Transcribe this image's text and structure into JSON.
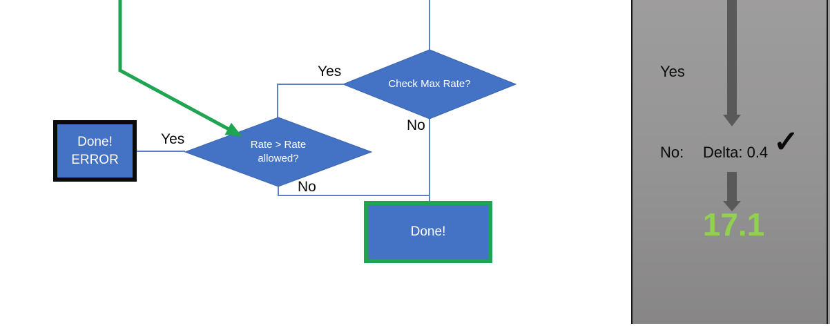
{
  "slide": {
    "flowchart": {
      "decisions": {
        "check_max_rate": {
          "label": "Check Max Rate?"
        },
        "rate_allowed": {
          "label": "Rate > Rate allowed?"
        }
      },
      "terminals": {
        "done_error": {
          "line1": "Done!",
          "line2": "ERROR"
        },
        "done": {
          "label": "Done!"
        }
      },
      "edge_labels": {
        "check_max_yes": "Yes",
        "check_max_no": "No",
        "rate_allowed_yes": "Yes",
        "rate_allowed_no": "No"
      }
    },
    "side_panel": {
      "yes_label": "Yes",
      "no_label": "No:",
      "delta_label": "Delta: 0.4",
      "check_icon": "✓",
      "result_value": "17.1"
    },
    "colors": {
      "shape_blue": "#4472C4",
      "connector_blue": "#5b82c4",
      "accent_green": "#1FA551",
      "result_green": "#92D050",
      "arrow_gray": "#595959",
      "panel_gray": "#949393"
    }
  }
}
